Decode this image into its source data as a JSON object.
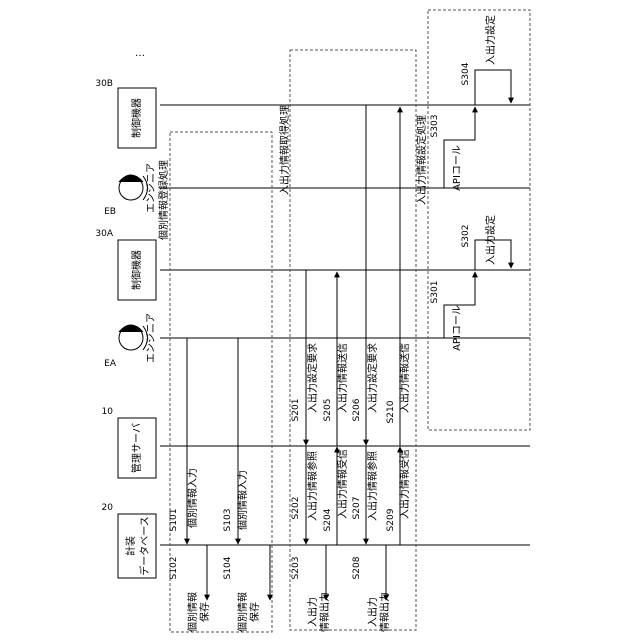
{
  "participants": {
    "db": {
      "ref": "20",
      "name_l1": "計装",
      "name_l2": "データベース"
    },
    "server": {
      "ref": "10",
      "name": "管理サーバ"
    },
    "engineer_a": {
      "ref": "EA",
      "name": "エンジニア"
    },
    "device_a": {
      "ref": "30A",
      "name": "制御機器"
    },
    "engineer_b": {
      "ref": "EB",
      "name": "エンジニア"
    },
    "device_b": {
      "ref": "30B",
      "name": "制御機器"
    },
    "more": "…"
  },
  "frames": {
    "individual": "個別情報登録処理",
    "io_get": "入出力情報取得処理",
    "io_set": "入出力情報設定処理"
  },
  "steps": {
    "s101": {
      "id": "S101",
      "label": "個別情報入力"
    },
    "s102": {
      "id": "S102",
      "label_l1": "個別情報",
      "label_l2": "保存"
    },
    "s103": {
      "id": "S103",
      "label": "個別情報入力"
    },
    "s104": {
      "id": "S104",
      "label_l1": "個別情報",
      "label_l2": "保存"
    },
    "s201": {
      "id": "S201",
      "label": "入出力設定要求"
    },
    "s202": {
      "id": "S202",
      "label": "入出力情報参照"
    },
    "s203": {
      "id": "S203",
      "label_l1": "入出力",
      "label_l2": "情報出力"
    },
    "s204": {
      "id": "S204",
      "label": "入出力情報受信"
    },
    "s205": {
      "id": "S205",
      "label": "入出力情報送信"
    },
    "s206": {
      "id": "S206",
      "label": "入出力設定要求"
    },
    "s207": {
      "id": "S207",
      "label": "入出力情報参照"
    },
    "s208": {
      "id": "S208",
      "label_l1": "入出力",
      "label_l2": "情報出力"
    },
    "s209": {
      "id": "S209",
      "label": "入出力情報受信"
    },
    "s210": {
      "id": "S210",
      "label": "入出力情報送信"
    },
    "s301": {
      "id": "S301",
      "label": "APIコール"
    },
    "s302": {
      "id": "S302",
      "label": "入出力設定"
    },
    "s303": {
      "id": "S303",
      "label": "APIコール"
    },
    "s304": {
      "id": "S304",
      "label": "入出力設定"
    }
  }
}
